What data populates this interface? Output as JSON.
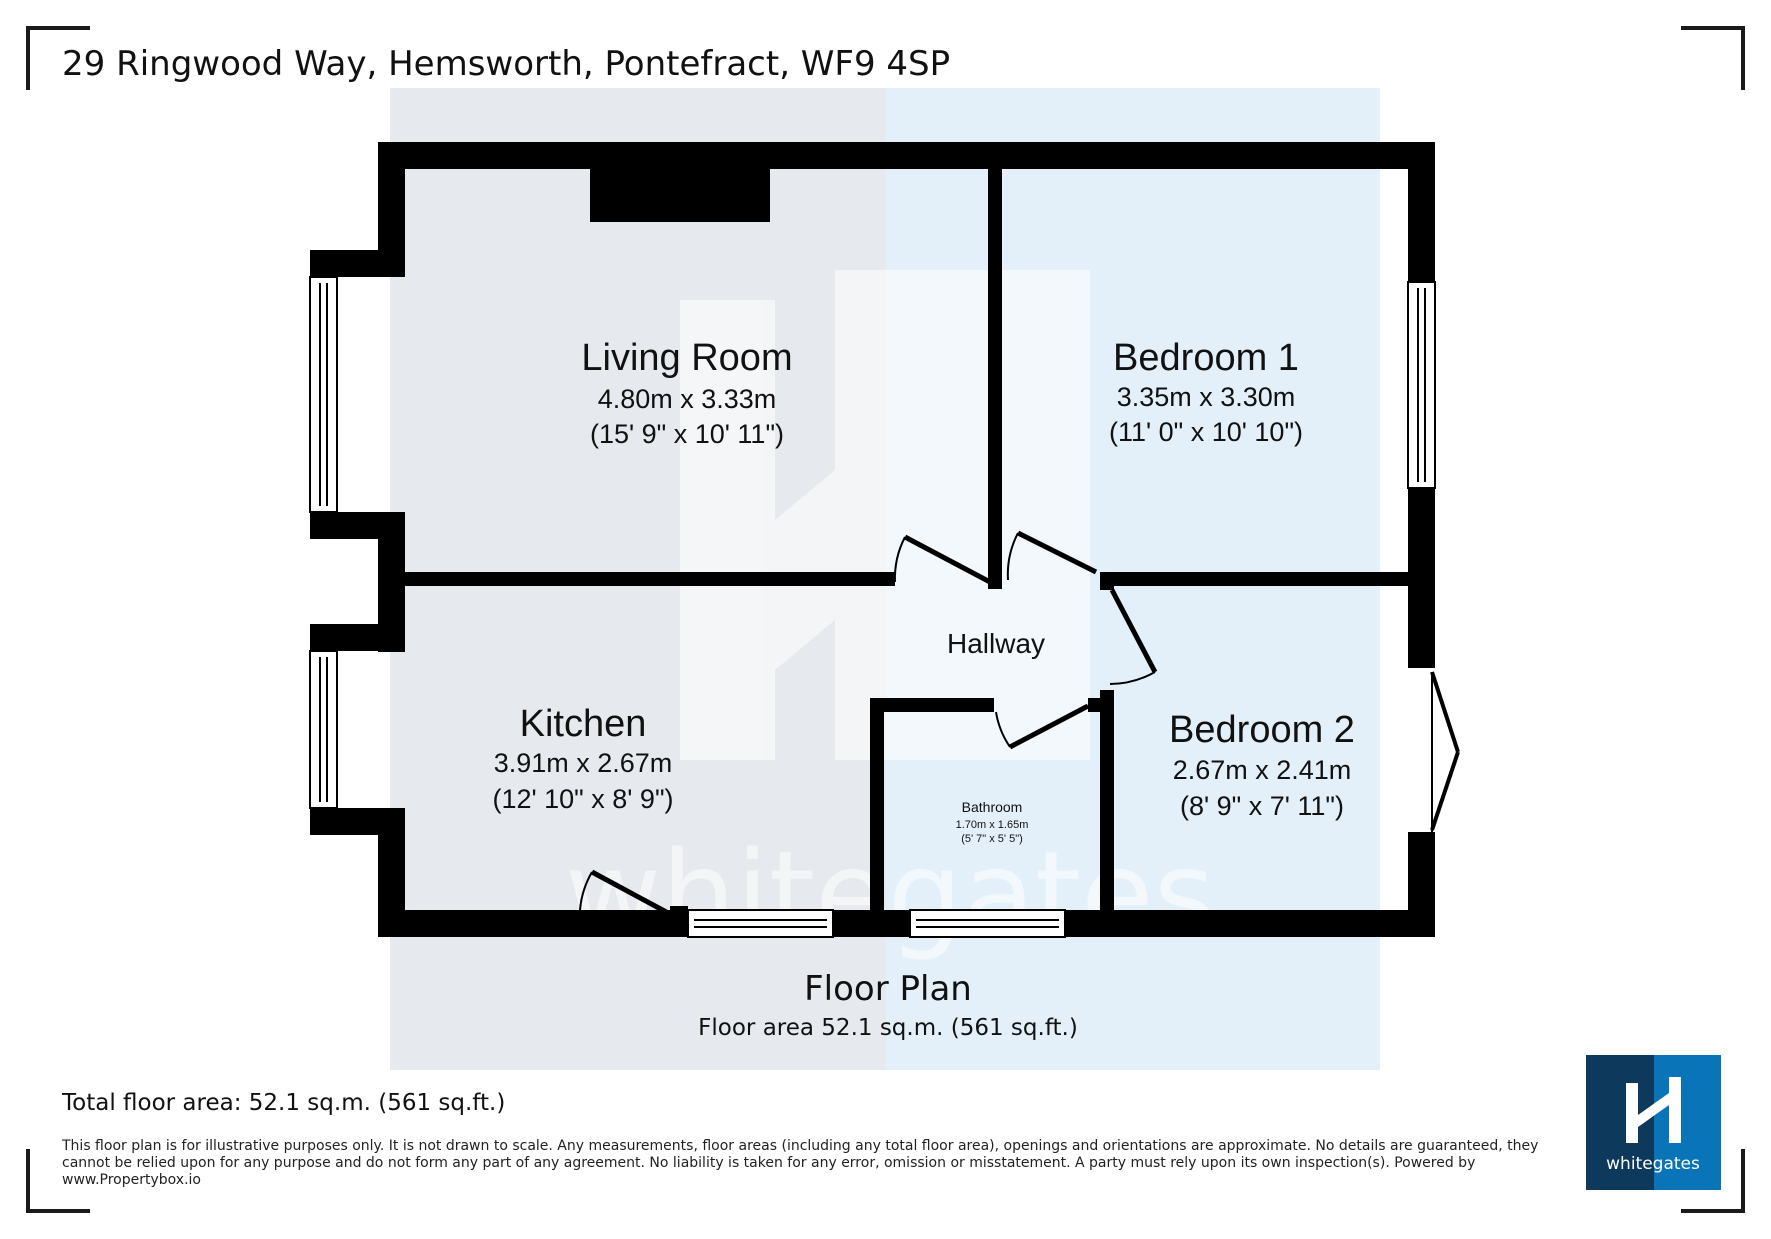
{
  "header": {
    "address": "29 Ringwood Way, Hemsworth, Pontefract, WF9 4SP"
  },
  "rooms": {
    "living_room": {
      "name": "Living Room",
      "metric": "4.80m x 3.33m",
      "imperial": "(15' 9\" x 10' 11\")"
    },
    "bedroom1": {
      "name": "Bedroom 1",
      "metric": "3.35m x 3.30m",
      "imperial": "(11' 0\" x 10' 10\")"
    },
    "hallway": {
      "name": "Hallway"
    },
    "kitchen": {
      "name": "Kitchen",
      "metric": "3.91m x 2.67m",
      "imperial": "(12' 10\" x 8' 9\")"
    },
    "bathroom": {
      "name": "Bathroom",
      "metric": "1.70m x 1.65m",
      "imperial": "(5' 7\" x 5' 5\")"
    },
    "bedroom2": {
      "name": "Bedroom 2",
      "metric": "2.67m x 2.41m",
      "imperial": "(8' 9\" x 7' 11\")"
    }
  },
  "plan": {
    "title": "Floor Plan",
    "area": "Floor area 52.1 sq.m. (561 sq.ft.)"
  },
  "footer": {
    "total_area": "Total floor area: 52.1 sq.m. (561 sq.ft.)",
    "disclaimer": "This floor plan is for illustrative purposes only. It is not drawn to scale. Any measurements, floor areas (including any total floor area), openings and orientations are approximate. No details are guaranteed, they cannot be relied upon for any purpose and do not form any part of any agreement. No liability is taken for any error, omission or misstatement. A party must rely upon its own inspection(s). Powered by www.Propertybox.io"
  },
  "branding": {
    "watermark": "whitegates",
    "logo_text": "whitegates",
    "colors": {
      "logo_dark": "#0d3a5c",
      "logo_light": "#0a74b8",
      "bg_left": "#e6eaee",
      "bg_right": "#e4f0f9",
      "wall": "#000000"
    }
  }
}
